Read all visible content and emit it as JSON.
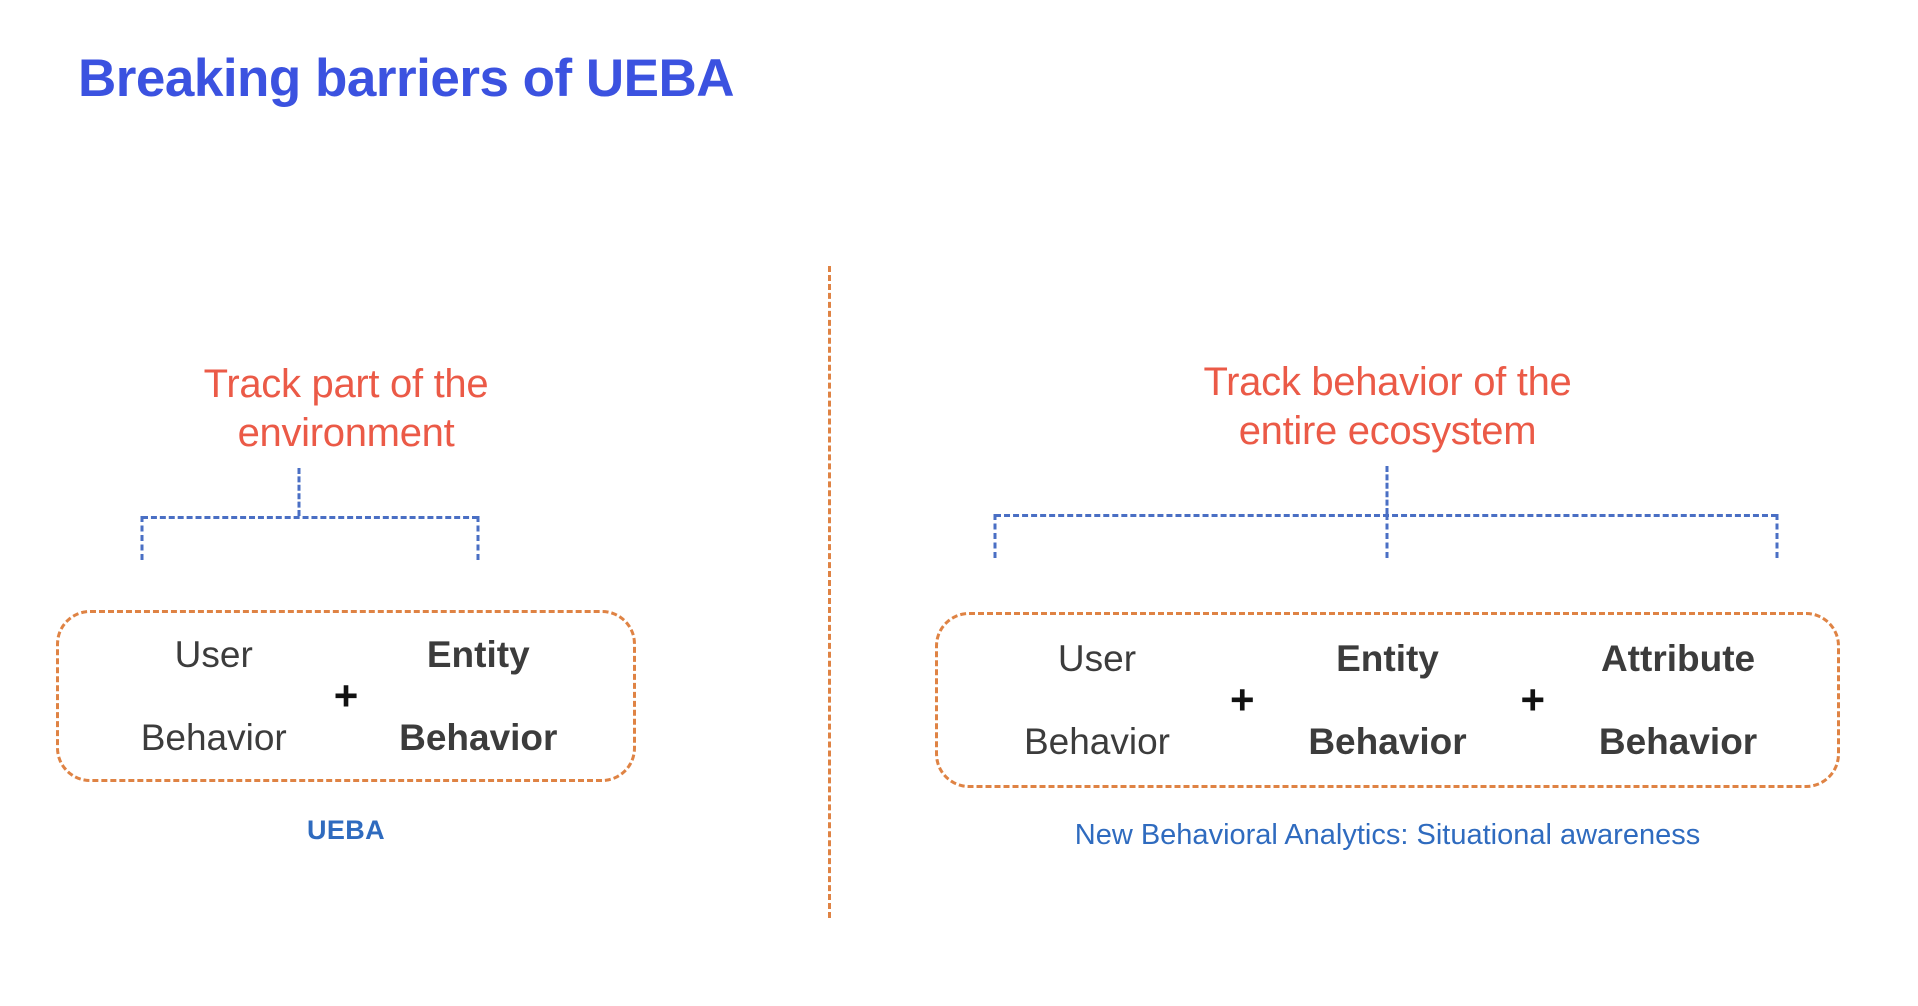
{
  "page": {
    "title": "Breaking barriers of UEBA",
    "background_color": "#ffffff",
    "title_color": "#3b52e0",
    "accent_red": "#eb5a47",
    "accent_orange": "#df8344",
    "accent_blue": "#4a6fc4",
    "caption_blue": "#2f6bbf",
    "term_color": "#3c3c3c"
  },
  "divider": {
    "name": "vertical-dashed-divider",
    "style": "dashed",
    "color": "#df8344",
    "orientation": "vertical"
  },
  "panels": [
    {
      "id": "left",
      "heading": "Track part of the\nenvironment",
      "heading_line1": "Track part of the",
      "heading_line2": "environment",
      "terms": [
        {
          "line1": "User",
          "line2": "Behavior",
          "weight": "regular"
        },
        {
          "line1": "Entity",
          "line2": "Behavior",
          "weight": "bold"
        }
      ],
      "operator": "+",
      "caption": "UEBA",
      "caption_weight": "bold"
    },
    {
      "id": "right",
      "heading": "Track behavior of the\nentire ecosystem",
      "heading_line1": "Track behavior of the",
      "heading_line2": "entire ecosystem",
      "terms": [
        {
          "line1": "User",
          "line2": "Behavior",
          "weight": "regular"
        },
        {
          "line1": "Entity",
          "line2": "Behavior",
          "weight": "bold"
        },
        {
          "line1": "Attribute",
          "line2": "Behavior",
          "weight": "bold"
        }
      ],
      "operator": "+",
      "caption": "New Behavioral Analytics: Situational awareness",
      "caption_weight": "regular"
    }
  ]
}
